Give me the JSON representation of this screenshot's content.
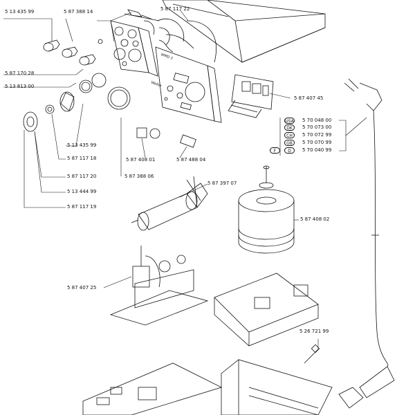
{
  "colors": {
    "line": "#111111",
    "background": "#ffffff"
  },
  "labels": {
    "p1": "5 13 435 99",
    "p2": "5 87 388 14",
    "p3": "5 87 117 22",
    "p4": "5 87 170 28",
    "p5": "5 13 813 00",
    "p6": "5 87 407 45",
    "p7": "5 13 435 99",
    "p8": "5 87 117 18",
    "p9": "5 87 408 01",
    "p10": "5 87 488 04",
    "p11": "5 87 117 20",
    "p12": "5 87 388 06",
    "p13": "5 87 397 07",
    "p14": "5 13 444 99",
    "p15": "5 87 117 19",
    "p16": "5 87 408 02",
    "p17": "5 87 407 25",
    "p18": "5 26 721 99"
  },
  "country_codes": [
    {
      "code": "USA",
      "part": "5 70 048 00"
    },
    {
      "code": "DK",
      "part": "5 70 073 00"
    },
    {
      "code": "CH",
      "part": "5 70 072 99"
    },
    {
      "code": "GB",
      "part": "5 70 070 99"
    },
    {
      "code": "F",
      "code2": "D",
      "part": "5 70 040 99"
    }
  ],
  "panel_text": {
    "brand": "Weller",
    "model": "WMD 3"
  }
}
